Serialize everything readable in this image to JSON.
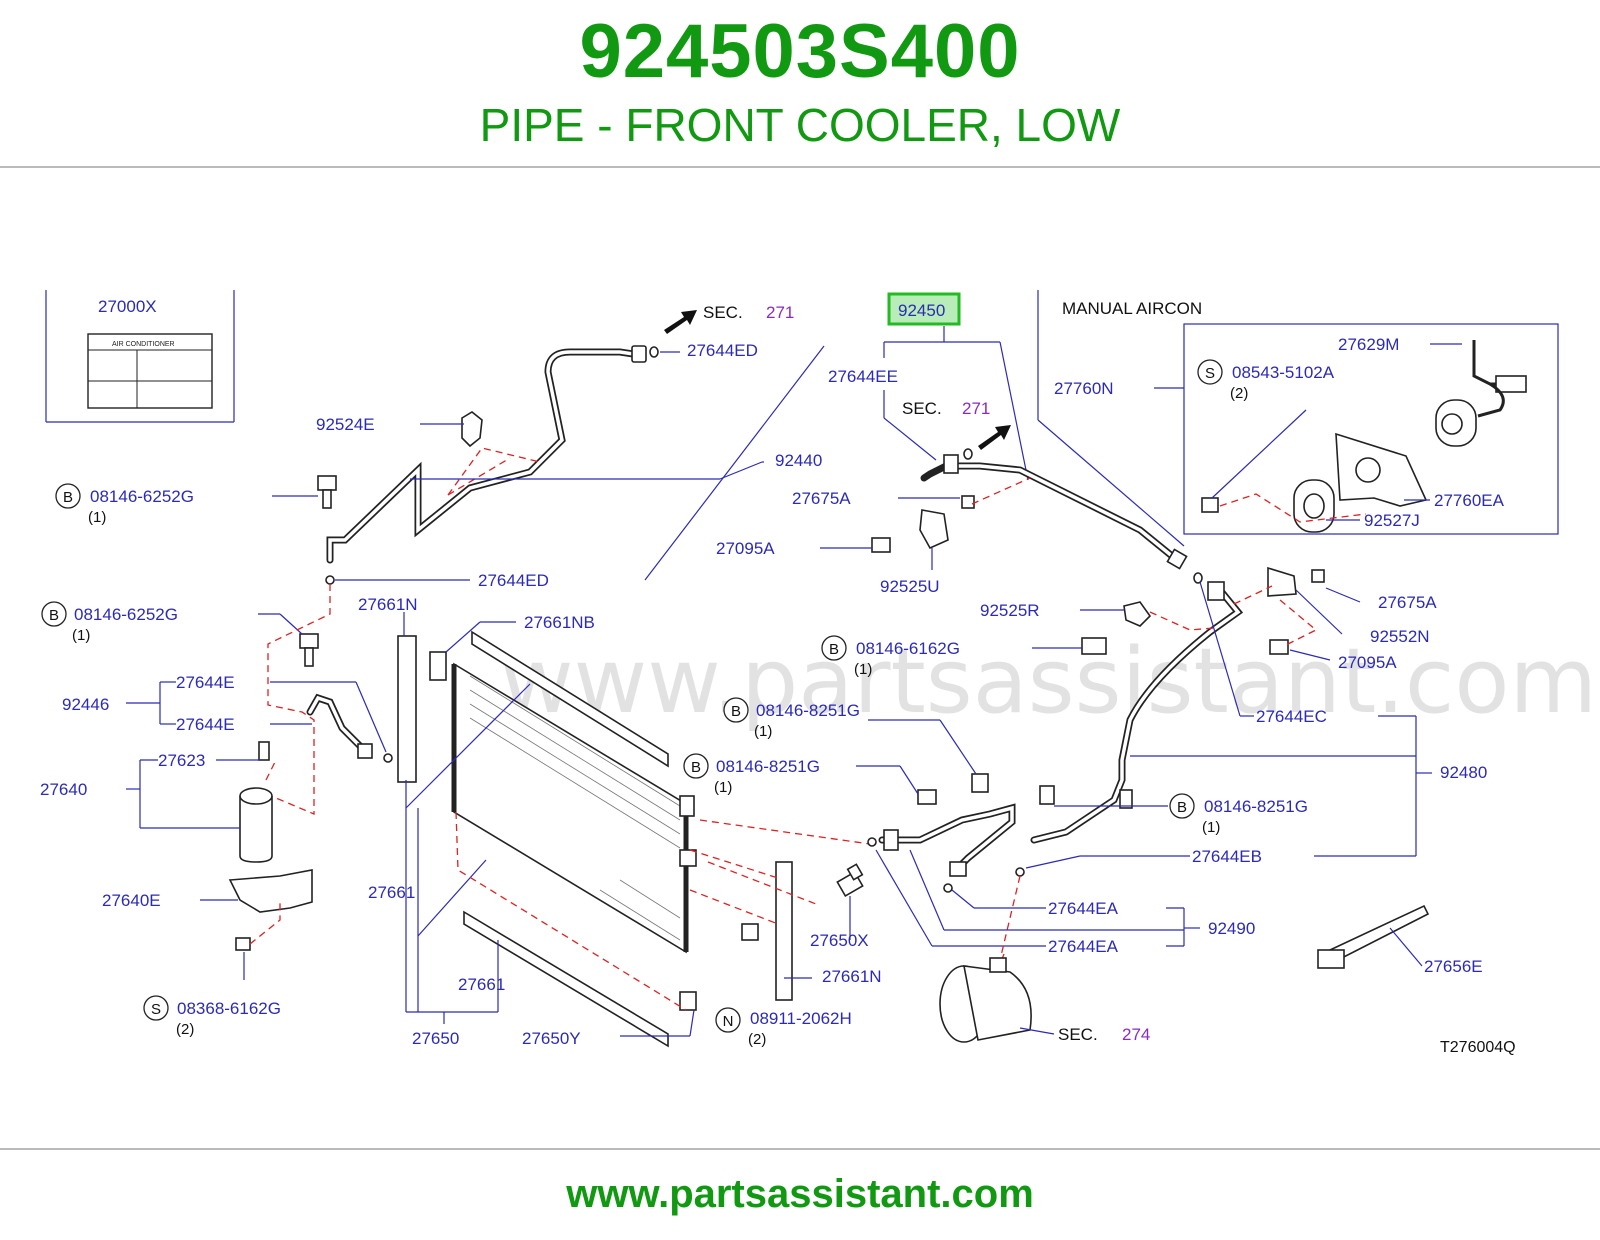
{
  "header": {
    "part_number": "924503S400",
    "description": "PIPE - FRONT COOLER, LOW"
  },
  "footer": {
    "url": "www.partsassistant.com"
  },
  "diagram": {
    "watermark": "www.partsassistant.com",
    "drawing_code": "T276004Q",
    "manual_aircon": "MANUAL   AIRCON",
    "highlighted_part": "92450",
    "label_27000X": "27000X",
    "label_air_conditioner": "AIR    CONDITIONER",
    "sec_word": "SEC.",
    "sec_271": "271",
    "sec_274": "274",
    "parts": {
      "p27644ED_top": "27644ED",
      "p92524E": "92524E",
      "p92440": "92440",
      "p27644ED_mid": "27644ED",
      "p27644EE": "27644EE",
      "p27675A_top": "27675A",
      "p27095A_top": "27095A",
      "p92525U": "92525U",
      "p27760N": "27760N",
      "p27629M": "27629M",
      "p08543_5102A": "08543-5102A",
      "p27760EA": "27760EA",
      "p92527J": "92527J",
      "p08146_6252G_a": "08146-6252G",
      "p08146_6252G_b": "08146-6252G",
      "p27661N_top": "27661N",
      "p27661NB": "27661NB",
      "p92446": "92446",
      "p27644E_a": "27644E",
      "p27644E_b": "27644E",
      "p27623": "27623",
      "p27640": "27640",
      "p27640E": "27640E",
      "p27661_left": "27661",
      "p08368_6162G": "08368-6162G",
      "p27661_bottom": "27661",
      "p27650": "27650",
      "p27650Y": "27650Y",
      "p08911_2062H": "08911-2062H",
      "p92525R": "92525R",
      "p08146_6162G": "08146-6162G",
      "p08146_8251G_a": "08146-8251G",
      "p08146_8251G_b": "08146-8251G",
      "p08146_8251G_c": "08146-8251G",
      "p27675A_right": "27675A",
      "p92552N": "92552N",
      "p27095A_right": "27095A",
      "p27644EC": "27644EC",
      "p92480": "92480",
      "p27644EB": "27644EB",
      "p27644EA_a": "27644EA",
      "p27644EA_b": "27644EA",
      "p92490": "92490",
      "p27650X": "27650X",
      "p27661N_bottom": "27661N",
      "p27656E": "27656E"
    },
    "quantities": {
      "q1": "(1)",
      "q2": "(2)"
    },
    "circle_letters": {
      "b": "B",
      "s": "S",
      "n": "N"
    }
  }
}
